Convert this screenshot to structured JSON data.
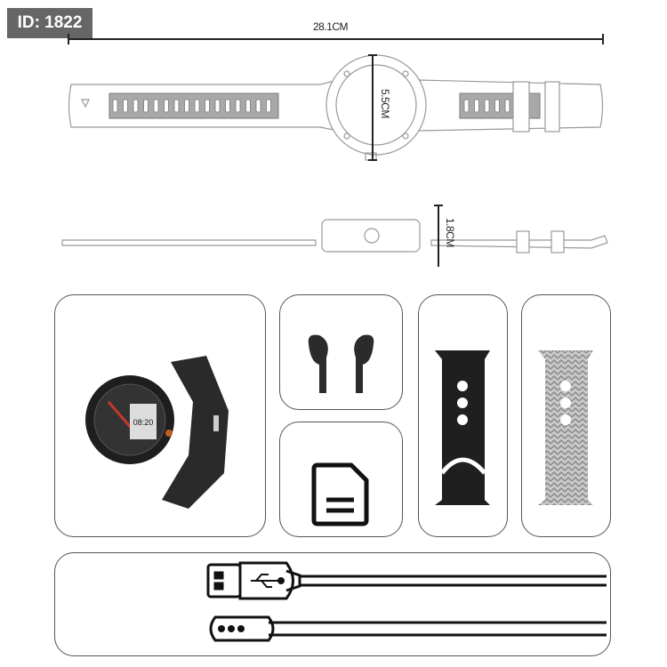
{
  "id_tag": "ID: 1822",
  "dimensions": {
    "length": "28.1CM",
    "diameter": "5.5CM",
    "thickness": "1.8CM"
  },
  "watch_face_time": "08:20",
  "colors": {
    "line": "#555555",
    "strap_dark": "#222222",
    "strap_gray": "#9a9a9a",
    "accent_red": "#c0392b"
  }
}
